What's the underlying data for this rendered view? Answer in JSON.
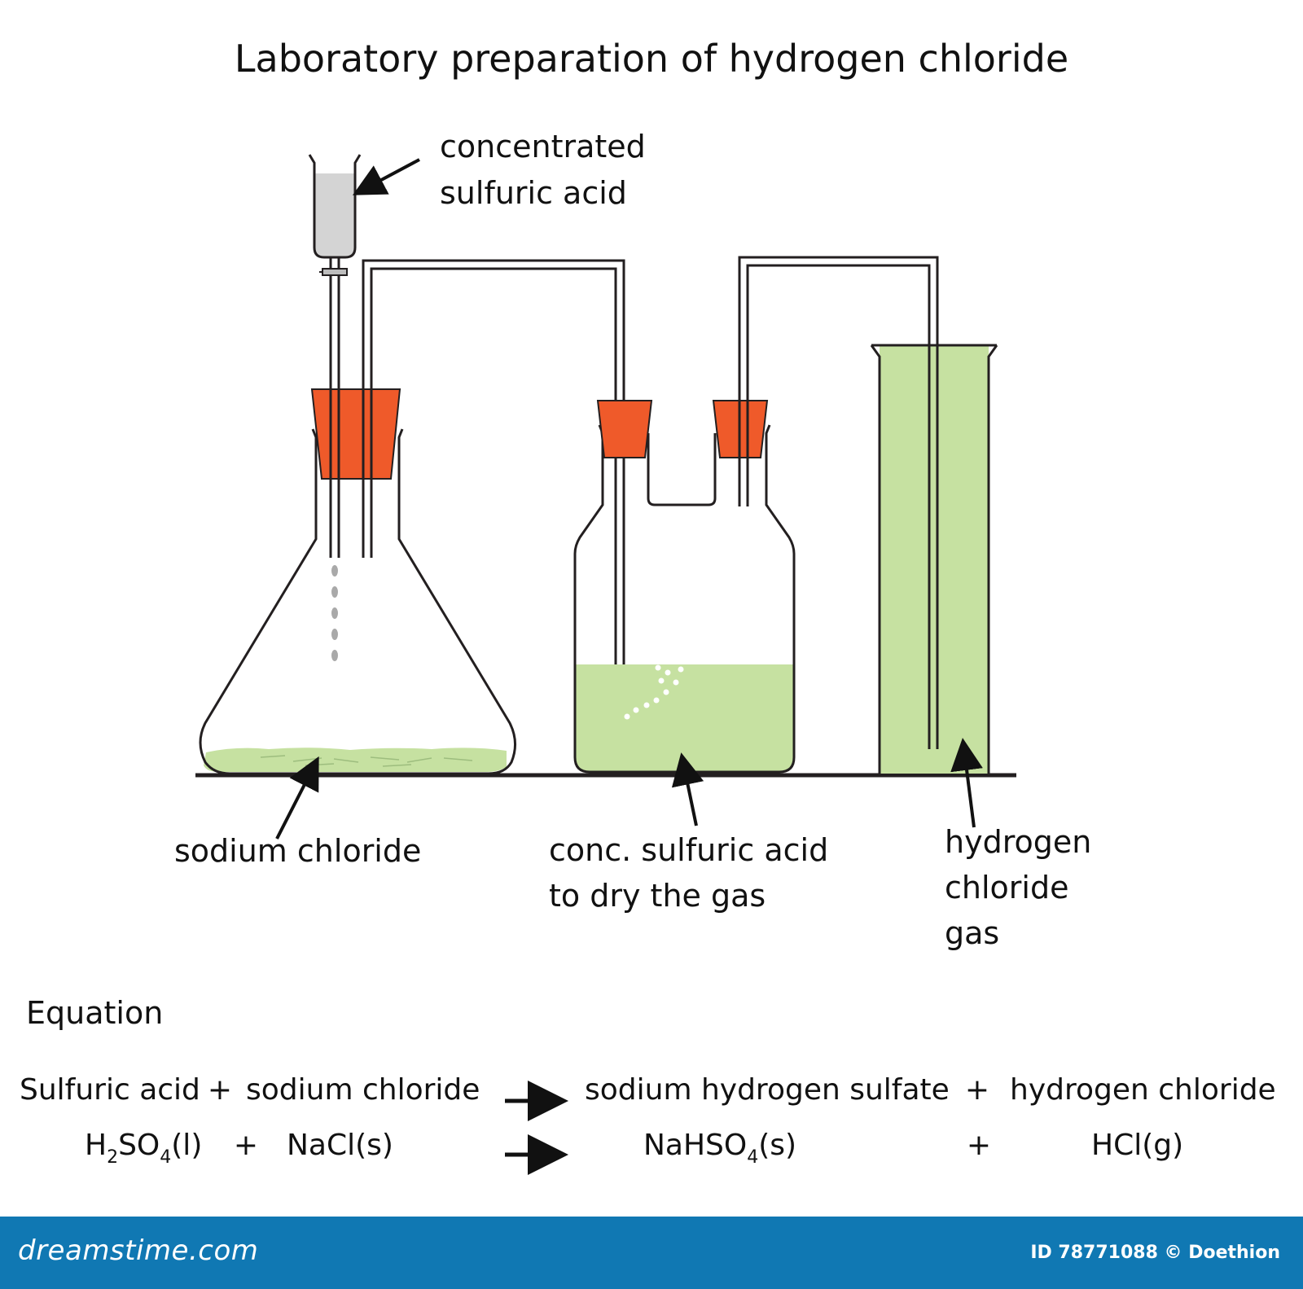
{
  "title": "Laboratory preparation of hydrogen chloride",
  "labels": {
    "dropping_funnel": [
      "concentrated",
      "sulfuric acid"
    ],
    "flask_solid": "sodium chloride",
    "drying_bottle": [
      "conc. sulfuric acid",
      "to dry the gas"
    ],
    "gas_jar": [
      "hydrogen",
      "chloride",
      "gas"
    ]
  },
  "equation": {
    "heading": "Equation",
    "words": {
      "reactant1": "Sulfuric acid",
      "plus1": "+",
      "reactant2": "sodium chloride",
      "product1": "sodium hydrogen sulfate",
      "plus2": "+",
      "product2": "hydrogen chloride"
    },
    "symbols": {
      "r1_a": "H",
      "r1_sub1": "2",
      "r1_b": "SO",
      "r1_sub2": "4",
      "r1_c": "(l)",
      "plus1": "+",
      "reactant2": "NaCl(s)",
      "p1_a": "NaHSO",
      "p1_sub": "4",
      "p1_b": "(s)",
      "plus2": "+",
      "product2": "HCl(g)"
    }
  },
  "footer": {
    "site": "dreamstime.com",
    "id_text": "ID 78771088 © Doethion"
  },
  "colors": {
    "stopper": "#ef5a2a",
    "liquid": "#c6e1a1",
    "funnel_acid": "#d4d4d4",
    "drops": "#a9a9a9",
    "footer_bg": "#1078b3",
    "outline": "#231f20"
  }
}
